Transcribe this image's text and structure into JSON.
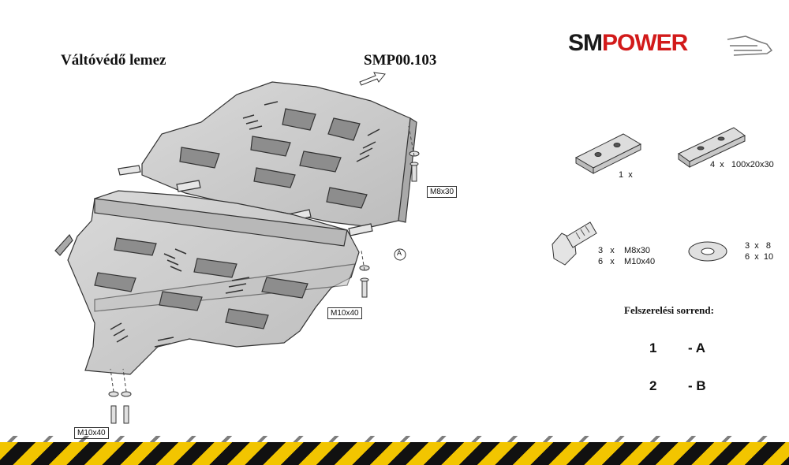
{
  "header": {
    "title": "Váltóvédő lemez",
    "code": "SMP00.103"
  },
  "logo": {
    "part1": "SM",
    "part2": "POWER"
  },
  "callouts": {
    "upper_bolt": "M8x30",
    "middle_bolt": "M10x40",
    "lower_bolt": "M10x40",
    "marker": "A"
  },
  "parts": {
    "small_plate": {
      "qty": "1",
      "x": "x"
    },
    "long_plate": {
      "qty": "4",
      "x": "x",
      "size": "100x20x30"
    },
    "bolts": [
      {
        "qty": "3",
        "x": "x",
        "size": "M8x30"
      },
      {
        "qty": "6",
        "x": "x",
        "size": "M10x40"
      }
    ],
    "washers": [
      {
        "qty": "3",
        "x": "x",
        "size": "8"
      },
      {
        "qty": "6",
        "x": "x",
        "size": "10"
      }
    ]
  },
  "sequence": {
    "heading": "Felszerelési sorrend:",
    "steps": [
      {
        "num": "1",
        "label": "- A"
      },
      {
        "num": "2",
        "label": "- B"
      }
    ]
  },
  "colors": {
    "brand_red": "#d21a1a",
    "stripe_yellow": "#f2c500",
    "stripe_black": "#111111"
  }
}
